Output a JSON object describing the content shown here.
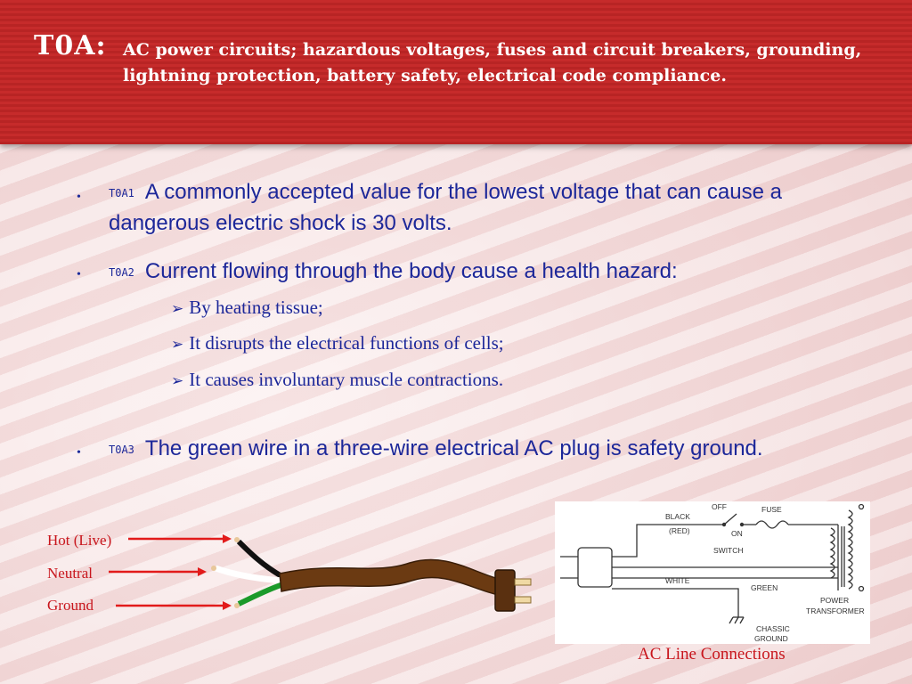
{
  "header": {
    "code": "T0A:",
    "title": "AC power circuits; hazardous voltages, fuses and circuit breakers, grounding, lightning protection, battery safety, electrical code compliance."
  },
  "questions": [
    {
      "bullet": "•",
      "id": "T0A1",
      "text": "A commonly accepted value for the lowest voltage that can cause a dangerous electric shock is 30 volts."
    },
    {
      "bullet": "•",
      "id": "T0A2",
      "text": "Current flowing through the body cause a health hazard:",
      "subpoints": [
        "By heating tissue;",
        "It disrupts the electrical functions of cells;",
        "It causes involuntary muscle contractions."
      ]
    },
    {
      "bullet": "•",
      "id": "T0A3",
      "text": "The green wire in a three-wire electrical AC plug is safety ground."
    }
  ],
  "wire_labels": {
    "hot": "Hot (Live)",
    "neutral": "Neutral",
    "ground": "Ground"
  },
  "diagram": {
    "labels": {
      "black": "BLACK",
      "red": "(RED)",
      "off": "OFF",
      "on": "ON",
      "fuse": "FUSE",
      "switch": "SWITCH",
      "white": "WHITE",
      "green": "GREEN",
      "power": "POWER",
      "transformer": "TRANSFORMER",
      "chassic": "CHASSIC",
      "ground": "GROUND"
    },
    "caption": "AC Line Connections"
  },
  "colors": {
    "header_red": "#c62b2b",
    "text_blue": "#1c2799",
    "label_red": "#c8161d",
    "cord_brown": "#6b3a12"
  }
}
